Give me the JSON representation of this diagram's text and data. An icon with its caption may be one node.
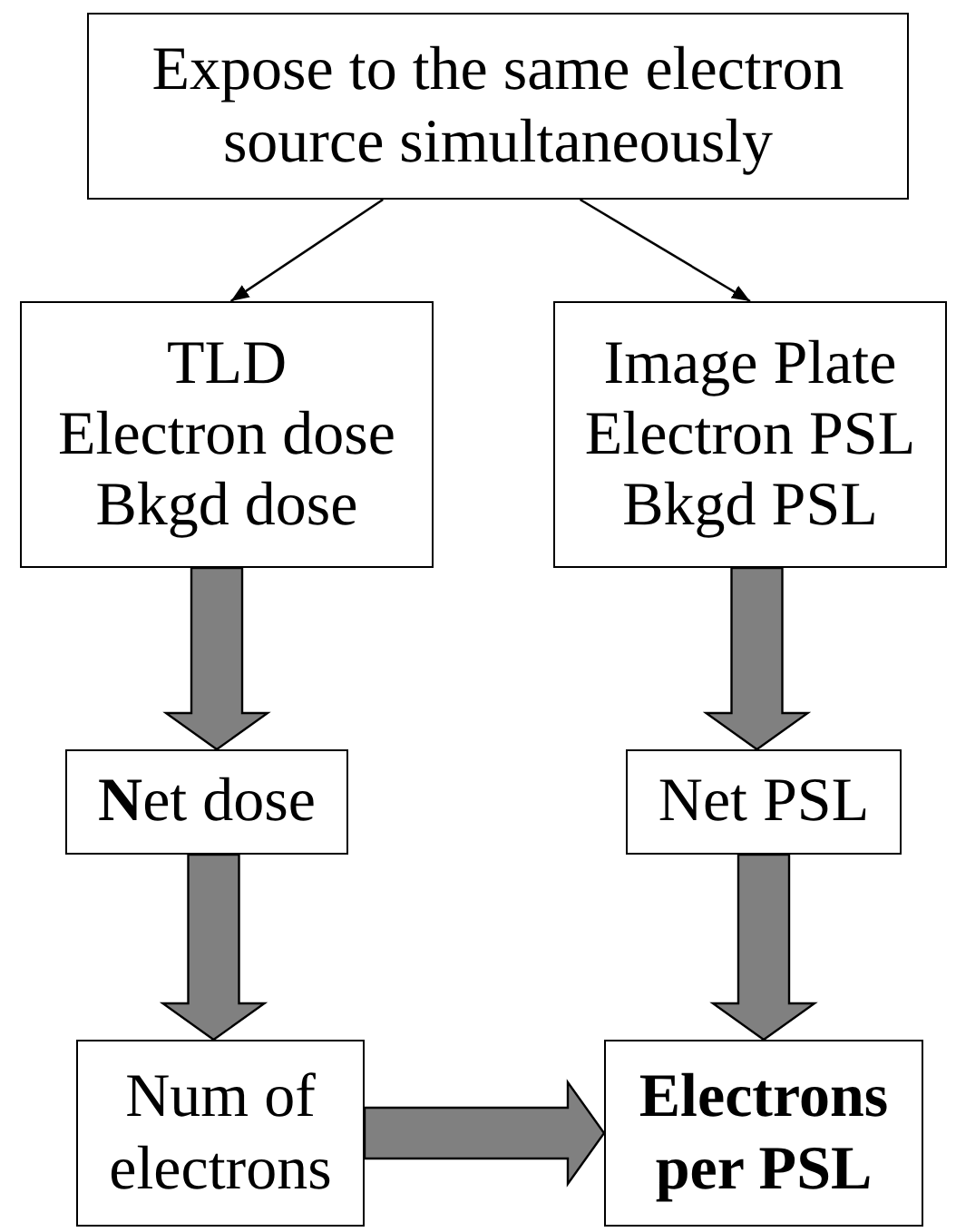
{
  "diagram": {
    "nodes": [
      {
        "text": [
          "Expose to the same electron source simultaneously"
        ]
      },
      {
        "text": [
          "TLD",
          "Electron dose",
          "Bkgd dose"
        ]
      },
      {
        "text": [
          "Image Plate",
          "Electron PSL",
          "Bkgd PSL"
        ]
      },
      {
        "text": [
          "**N**et dose"
        ]
      },
      {
        "text": [
          "Net PSL"
        ]
      },
      {
        "text": [
          "Num of electrons"
        ]
      },
      {
        "text": [
          "Electrons per PSL"
        ]
      }
    ],
    "edges": [
      {
        "from": 0,
        "to": 1,
        "arrow": "to"
      },
      {
        "from": 0,
        "to": 2,
        "arrow": "to"
      },
      {
        "from": 1,
        "to": 3,
        "arrow": "to",
        "style": "thick"
      },
      {
        "from": 2,
        "to": 4,
        "arrow": "to",
        "style": "thick"
      },
      {
        "from": 3,
        "to": 5,
        "arrow": "to",
        "style": "thick"
      },
      {
        "from": 4,
        "to": 6,
        "arrow": "to",
        "style": "thick"
      },
      {
        "from": 5,
        "to": 6,
        "arrow": "to",
        "style": "thick"
      }
    ]
  }
}
